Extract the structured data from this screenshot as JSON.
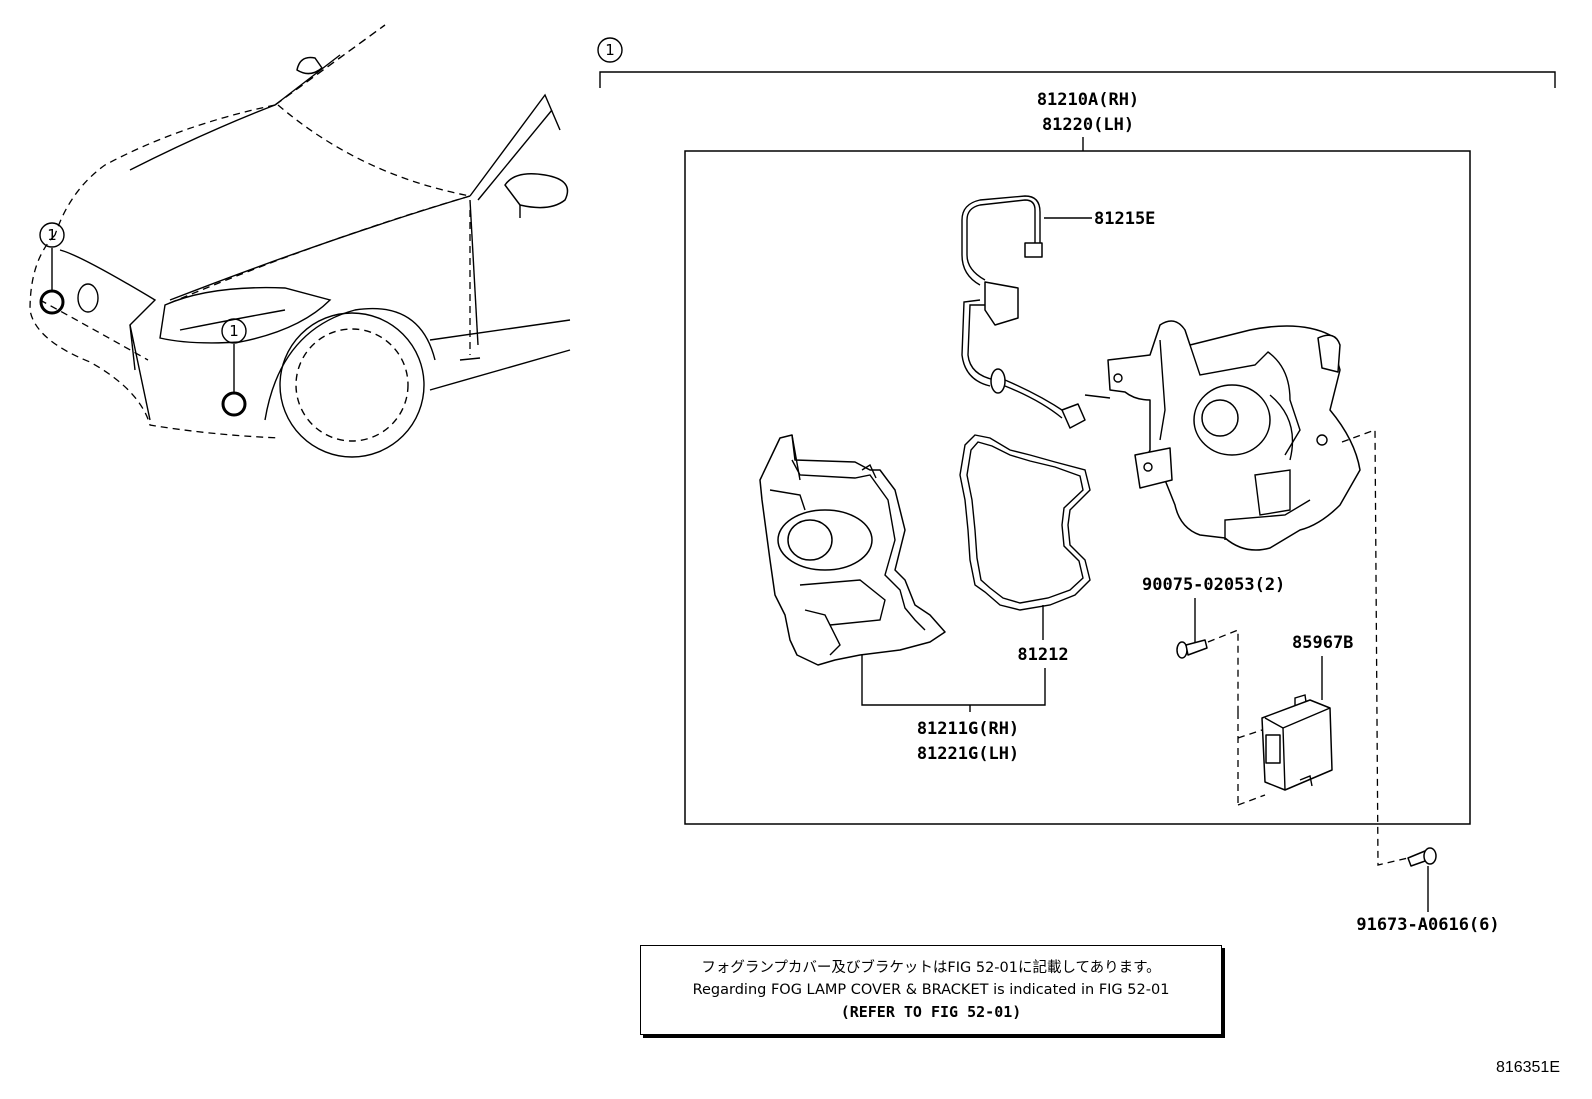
{
  "callout_number": "1",
  "labels": {
    "assembly_rh": "81210A(RH)",
    "assembly_lh": "81220(LH)",
    "wire": "81215E",
    "gasket": "81212",
    "unit_rh": "81211G(RH)",
    "unit_lh": "81221G(LH)",
    "screw_90075": "90075-02053(2)",
    "computer": "85967B",
    "bolt_91673": "91673-A0616(6)"
  },
  "note": {
    "line_jp": "フォグランプカバー及びブラケットはFIG 52-01に記載してあります。",
    "line_en": "Regarding FOG LAMP COVER & BRACKET is indicated in FIG 52-01",
    "line_ref": "(REFER TO FIG 52-01)"
  },
  "illustration_id": "816351E"
}
